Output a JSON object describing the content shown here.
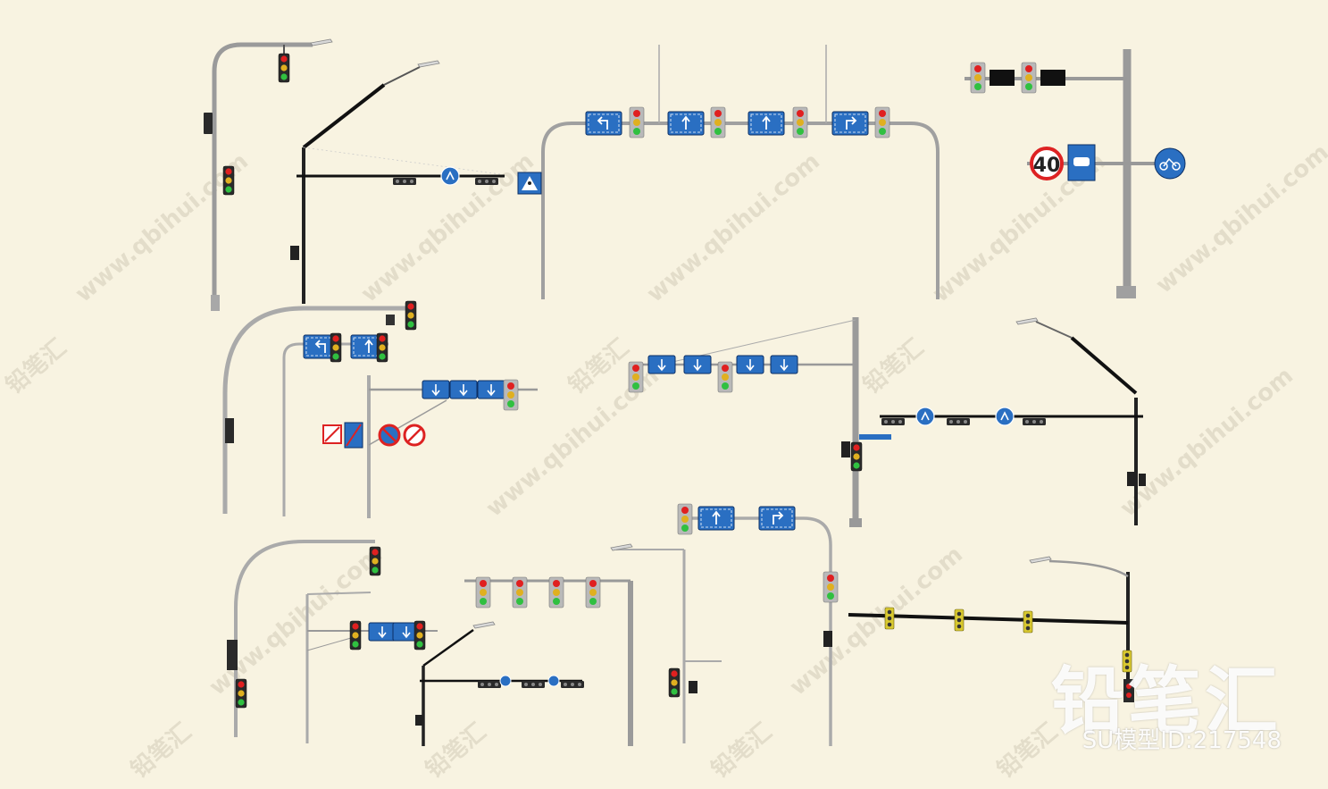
{
  "watermark": {
    "site": "www.qbihui.com",
    "brand": "铅笔汇",
    "model_id": "SU模型ID:217548"
  },
  "signs": {
    "speed_limit": "40"
  },
  "colors": {
    "background": "#f8f3e1",
    "pole": "#9a9a9a",
    "sign_blue": "#2a6fc2",
    "light_red": "#e02020",
    "light_amber": "#e0b020",
    "light_green": "#30c040",
    "housing": "#2a2a2a"
  },
  "icons": [
    "traffic-light-icon",
    "street-lamp-icon",
    "arrow-sign-icon",
    "speed-limit-sign-icon",
    "pedestrian-crossing-icon",
    "bicycle-sign-icon",
    "car-lane-sign-icon",
    "no-u-turn-sign-icon"
  ]
}
